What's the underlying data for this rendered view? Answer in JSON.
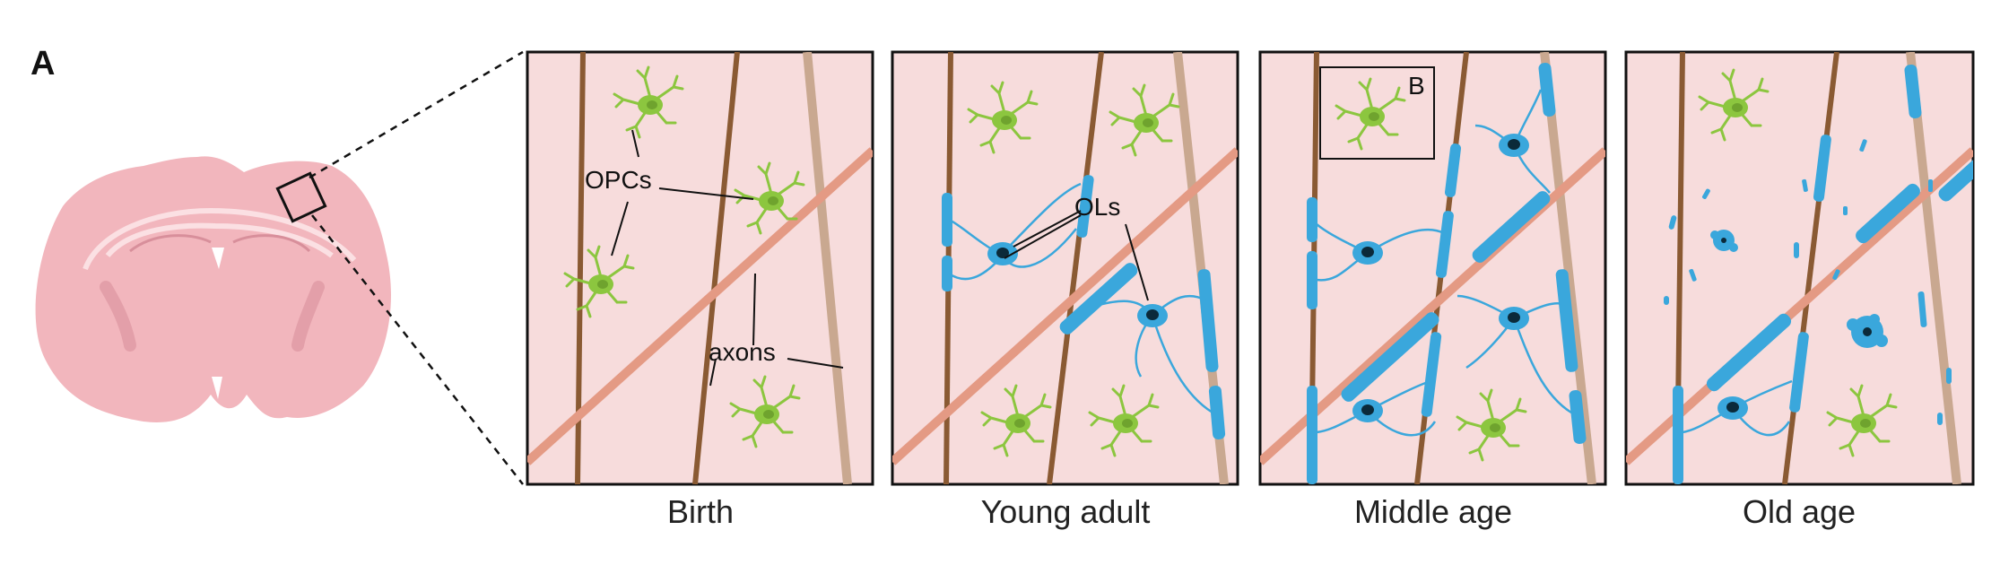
{
  "figure": {
    "panel_letter": "A",
    "labels": {
      "opcs": "OPCs",
      "axons": "axons",
      "ols": "OLs",
      "inset_b": "B"
    },
    "stages": [
      "Birth",
      "Young adult",
      "Middle age",
      "Old age"
    ],
    "colors": {
      "background_tissue": "#f7dcdc",
      "brain": "#f2b6bd",
      "opc_green": "#8cc63f",
      "myelin_blue": "#3aa7dc",
      "axon_brown": "#8a5a33",
      "axon_pink": "#e49a84",
      "axon_tan": "#c9a890"
    }
  }
}
